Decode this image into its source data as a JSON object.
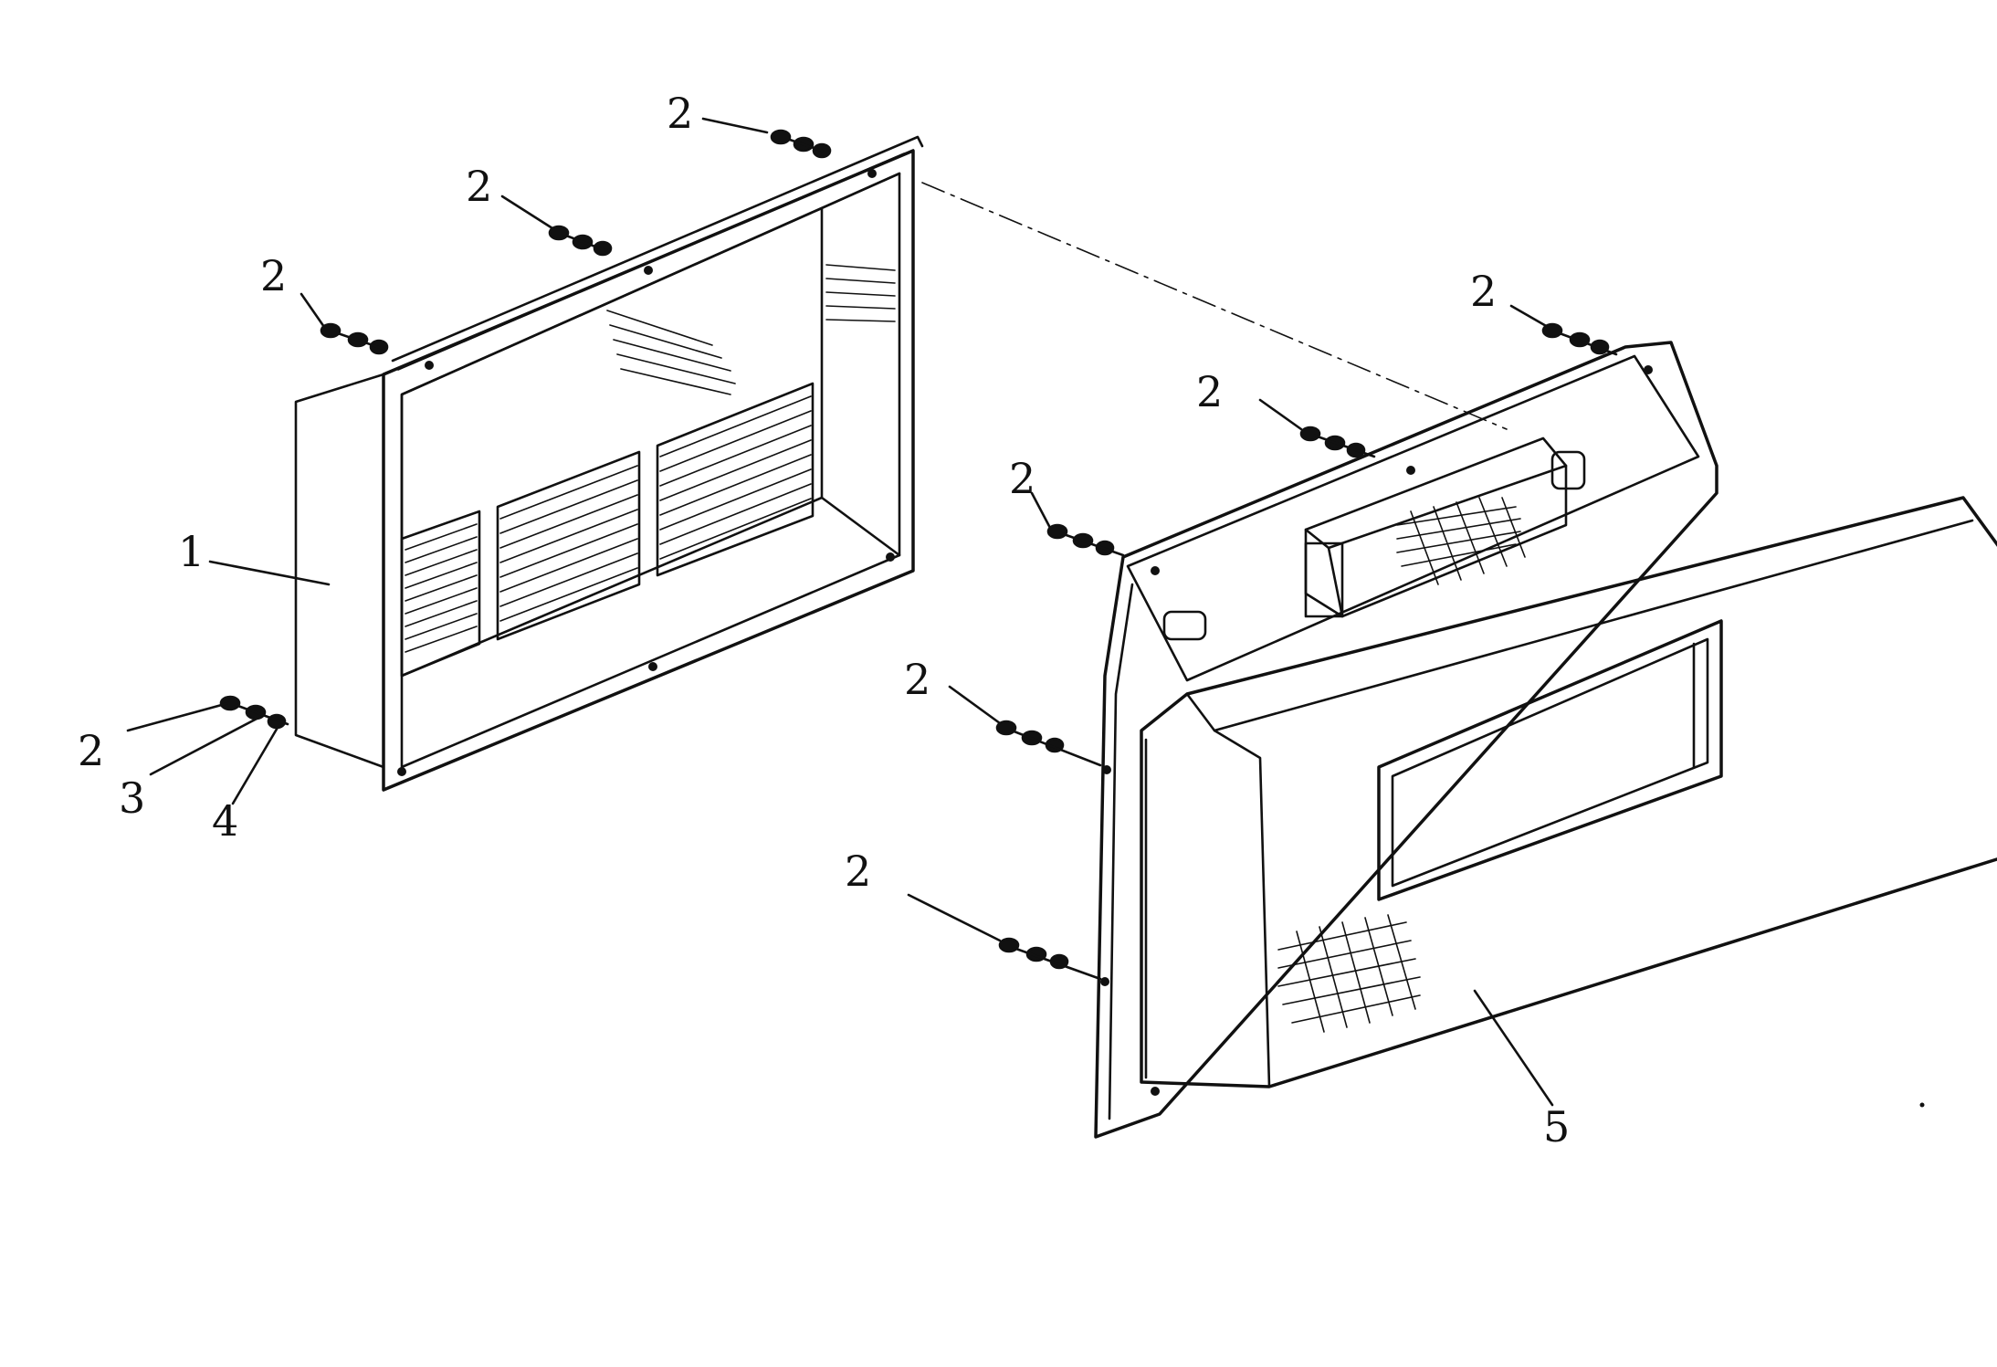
{
  "diagram": {
    "labels": {
      "part_1": "1",
      "part_2": "2",
      "part_3": "3",
      "part_4": "4",
      "part_5": "5"
    },
    "ink_color": "#111111",
    "background_color": "#ffffff"
  }
}
